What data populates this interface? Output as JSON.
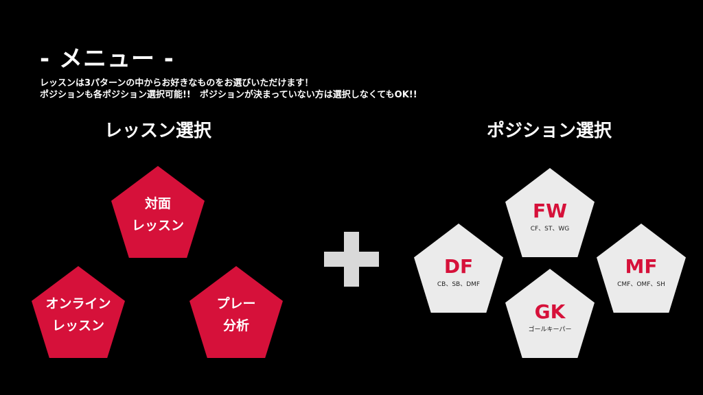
{
  "header": {
    "title": "- メニュー -",
    "description_line1": "レッスンは3パターンの中からお好きなものをお選びいただけます！",
    "description_line2": "ポジションも各ポジション選択可能!!　ポジションが決まっていない方は選択しなくてもOK!!"
  },
  "lesson_section": {
    "title": "レッスン選択",
    "items": [
      {
        "line1": "対面",
        "line2": "レッスン"
      },
      {
        "line1": "オンライン",
        "line2": "レッスン"
      },
      {
        "line1": "プレー",
        "line2": "分析"
      }
    ]
  },
  "position_section": {
    "title": "ポジション選択",
    "items": [
      {
        "abbr": "FW",
        "sub": "CF、ST、WG"
      },
      {
        "abbr": "DF",
        "sub": "CB、SB、DMF"
      },
      {
        "abbr": "MF",
        "sub": "CMF、OMF、SH"
      },
      {
        "abbr": "GK",
        "sub": "ゴールキーパー"
      }
    ]
  },
  "colors": {
    "background": "#000000",
    "lesson_pentagon": "#d6113a",
    "position_pentagon": "#ebebeb",
    "position_text": "#d6113a",
    "plus": "#d9d9d9"
  },
  "icons": {
    "plus": "plus-icon"
  }
}
